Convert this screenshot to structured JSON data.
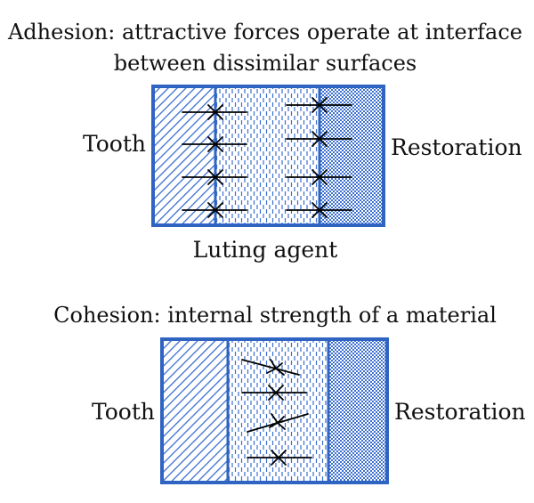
{
  "adhesion": {
    "title_line1": "Adhesion: attractive forces operate at interface",
    "title_line2": "between dissimilar surfaces",
    "tooth_label": "Tooth",
    "restoration_label": "Restoration",
    "luting_label": "Luting agent"
  },
  "cohesion": {
    "title": "Cohesion: internal strength of a material",
    "tooth_label": "Tooth",
    "restoration_label": "Restoration"
  },
  "colors": {
    "accent": "#2f64c2",
    "hatch": "#3b6fd0",
    "ink": "#000000"
  },
  "icons": {
    "arrow_meeting": "opposing-arrowheads-icon"
  }
}
